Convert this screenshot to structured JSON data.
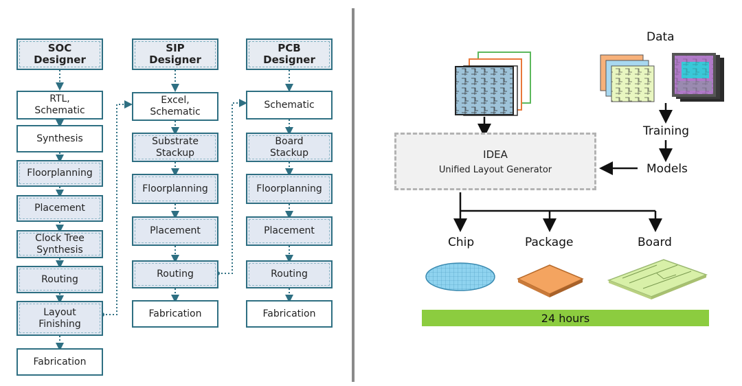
{
  "flow": {
    "soc": {
      "header": "SOC\nDesigner",
      "steps": [
        "RTL,\nSchematic",
        "Synthesis",
        "Floorplanning",
        "Placement",
        "Clock Tree\nSynthesis",
        "Routing",
        "Layout\nFinishing",
        "Fabrication"
      ]
    },
    "sip": {
      "header": "SIP\nDesigner",
      "steps": [
        "Excel,\nSchematic",
        "Substrate\nStackup",
        "Floorplanning",
        "Placement",
        "Routing",
        "Fabrication"
      ]
    },
    "pcb": {
      "header": "PCB\nDesigner",
      "steps": [
        "Schematic",
        "Board\nStackup",
        "Floorplanning",
        "Placement",
        "Routing",
        "Fabrication"
      ]
    }
  },
  "right": {
    "data_label": "Data",
    "training_label": "Training",
    "models_label": "Models",
    "idea_title": "IDEA",
    "idea_subtitle": "Unified Layout Generator",
    "outputs": [
      "Chip",
      "Package",
      "Board"
    ],
    "time_bar": "24 hours"
  },
  "colors": {
    "box_border": "#2e6f82",
    "box_shaded": "#e2e8f2",
    "time_bar": "#8ccc3f",
    "wafer": "#8fd3ef",
    "package": "#f4a460",
    "board": "#d8f0a8"
  }
}
